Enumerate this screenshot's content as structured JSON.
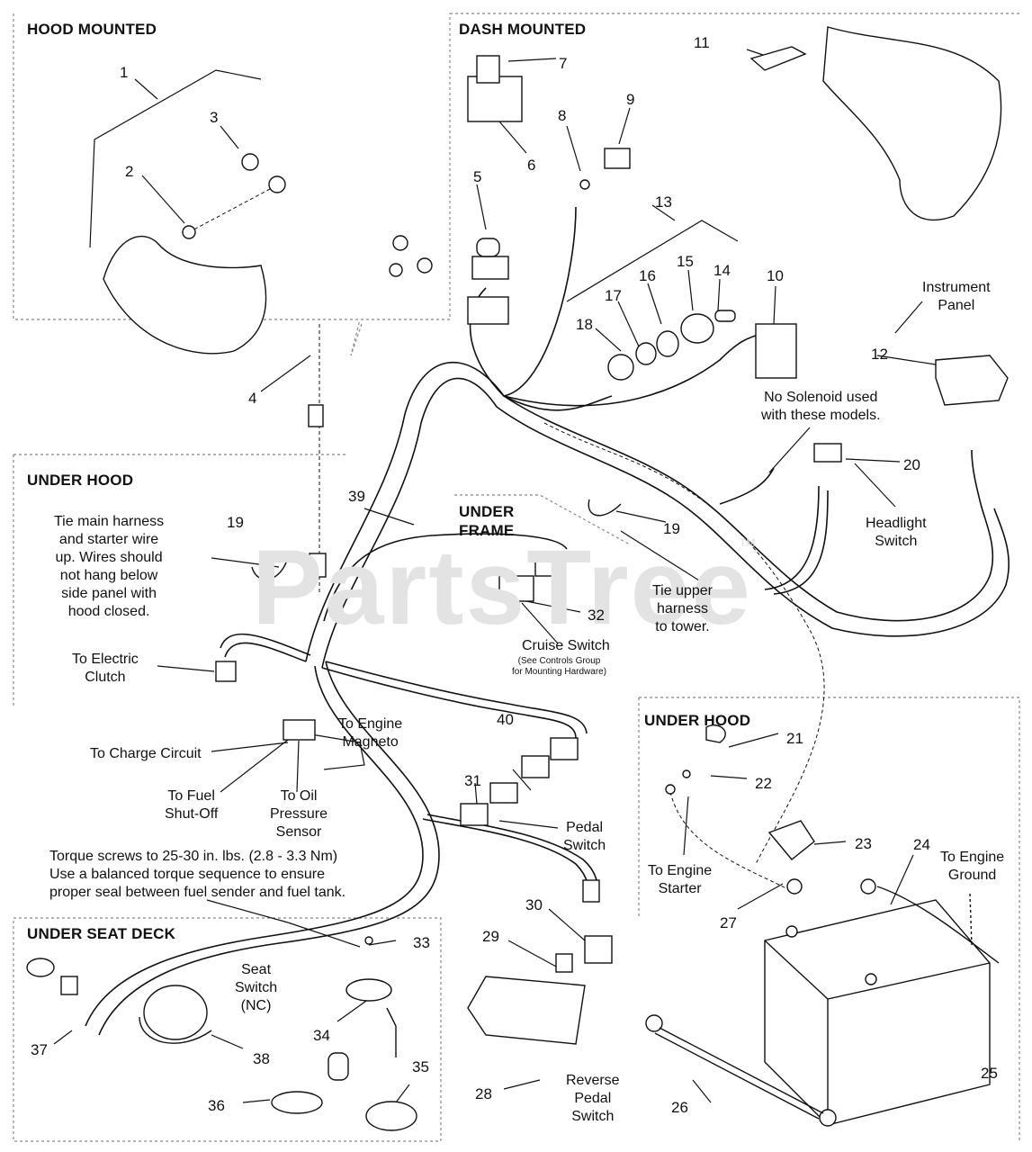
{
  "watermark": "PartsTree",
  "watermark_tm": "TM",
  "sections": {
    "hood_mounted": "HOOD MOUNTED",
    "dash_mounted": "DASH MOUNTED",
    "under_hood_left": "UNDER HOOD",
    "under_frame": "UNDER\nFRAME",
    "under_hood_right": "UNDER HOOD",
    "under_seat_deck": "UNDER SEAT DECK"
  },
  "callouts": [
    "1",
    "2",
    "3",
    "4",
    "5",
    "6",
    "7",
    "8",
    "9",
    "10",
    "11",
    "12",
    "13",
    "14",
    "15",
    "16",
    "17",
    "18",
    "19",
    "19",
    "20",
    "21",
    "22",
    "23",
    "24",
    "25",
    "26",
    "27",
    "28",
    "29",
    "30",
    "31",
    "32",
    "33",
    "34",
    "35",
    "36",
    "37",
    "38",
    "39",
    "40"
  ],
  "notes": {
    "instrument_panel": "Instrument\nPanel",
    "no_solenoid": "No Solenoid used\nwith these models.",
    "headlight_switch": "Headlight\nSwitch",
    "tie_main_harness": "Tie main harness\nand starter wire\nup. Wires should\nnot hang below\nside panel with\nhood closed.",
    "tie_upper_harness": "Tie upper\nharness\nto tower.",
    "cruise_switch": "Cruise Switch",
    "cruise_switch_sub": "(See Controls Group\nfor Mounting Hardware)",
    "to_electric_clutch": "To Electric\nClutch",
    "to_charge_circuit": "To Charge Circuit",
    "to_engine_magneto": "To Engine\nMagneto",
    "to_fuel_shutoff": "To Fuel\nShut-Off",
    "to_oil_pressure": "To Oil\nPressure\nSensor",
    "torque_note": "Torque screws to 25-30 in. lbs. (2.8 - 3.3 Nm)\nUse a balanced torque sequence to ensure\nproper seal between fuel sender and fuel tank.",
    "pedal_switch": "Pedal\nSwitch",
    "to_engine_starter": "To Engine\nStarter",
    "to_engine_ground": "To Engine\nGround",
    "seat_switch": "Seat\nSwitch\n(NC)",
    "reverse_pedal_switch": "Reverse\nPedal\nSwitch"
  }
}
